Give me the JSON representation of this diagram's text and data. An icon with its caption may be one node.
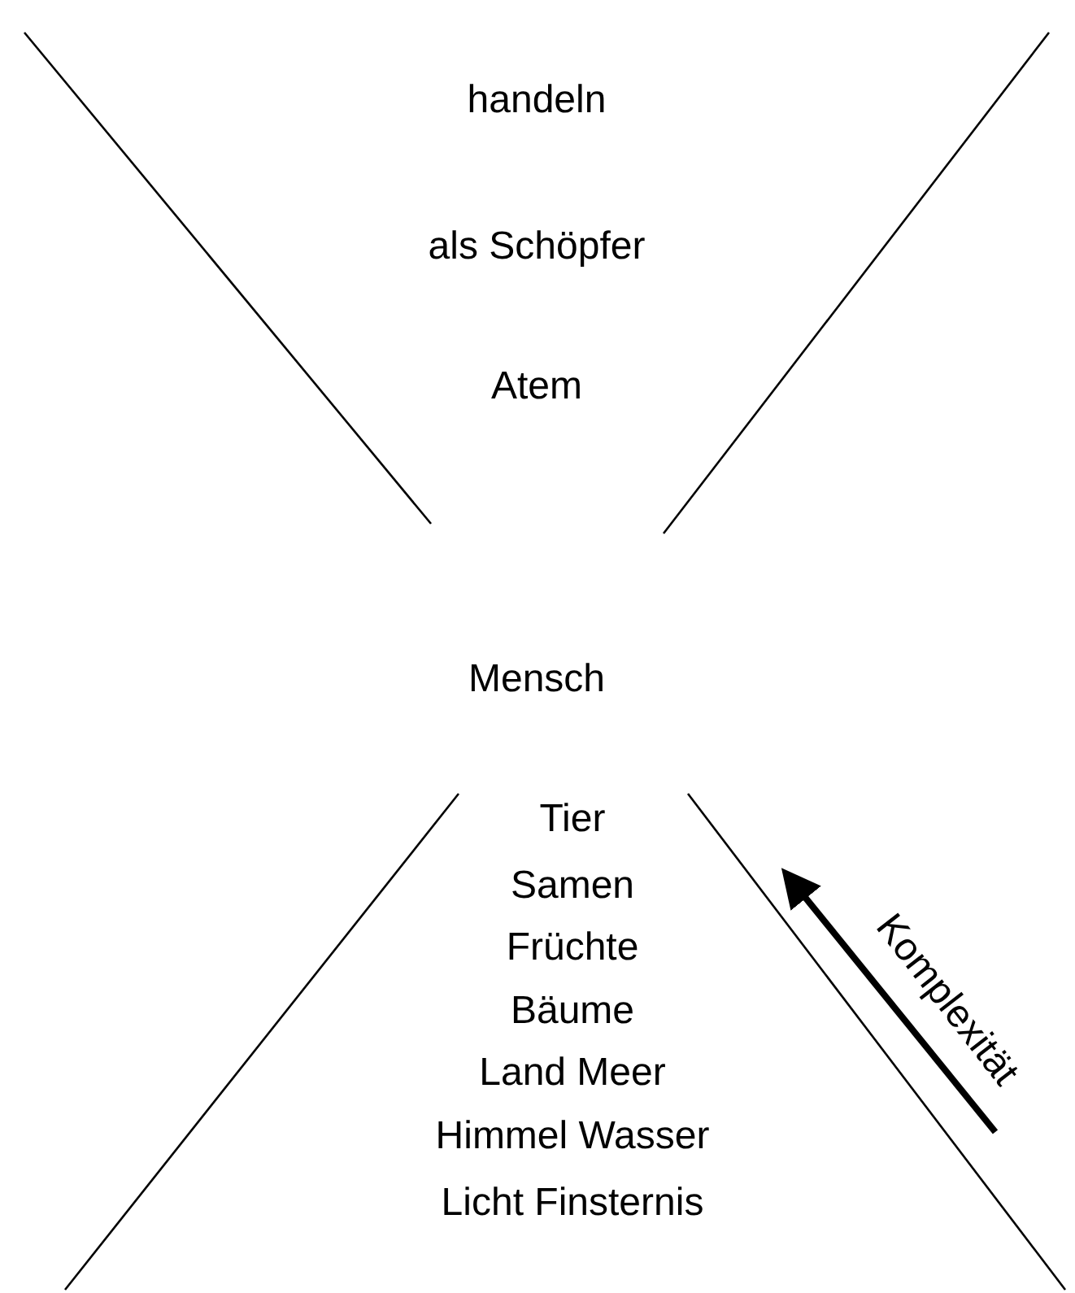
{
  "diagram": {
    "labels": [
      "handeln",
      "als Schöpfer",
      "Atem",
      "Mensch",
      "Tier",
      "Samen",
      "Früchte",
      "Bäume",
      "Land Meer",
      "Himmel Wasser",
      "Licht Finsternis",
      "Komplexität"
    ]
  }
}
